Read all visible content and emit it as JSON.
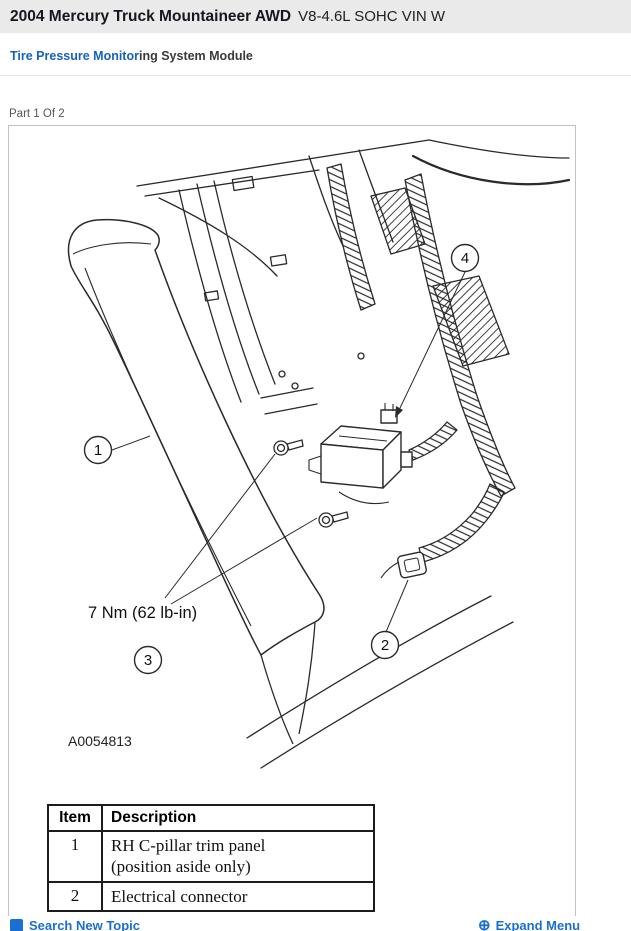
{
  "header": {
    "title_bold": "2004 Mercury Truck Mountaineer AWD",
    "title_suffix": "V8-4.6L SOHC VIN W"
  },
  "breadcrumb": {
    "link_text": "Tire Pressure Monitor",
    "plain_text": "ing System Module"
  },
  "part_label": "Part 1 Of 2",
  "diagram": {
    "torque_label": "7 Nm (62 lb-in)",
    "figure_code": "A0054813",
    "callouts": {
      "c1": "1",
      "c2": "2",
      "c3": "3",
      "c4": "4"
    }
  },
  "table": {
    "headers": {
      "item": "Item",
      "description": "Description"
    },
    "rows": [
      {
        "item": "1",
        "description": "RH C-pillar trim panel\n(position aside only)"
      },
      {
        "item": "2",
        "description": "Electrical connector"
      }
    ]
  },
  "footer": {
    "left_label": "Search New Topic",
    "right_label": "Expand Menu"
  },
  "colors": {
    "link_blue": "#1661c4",
    "line_ink": "#2a2a2a"
  }
}
